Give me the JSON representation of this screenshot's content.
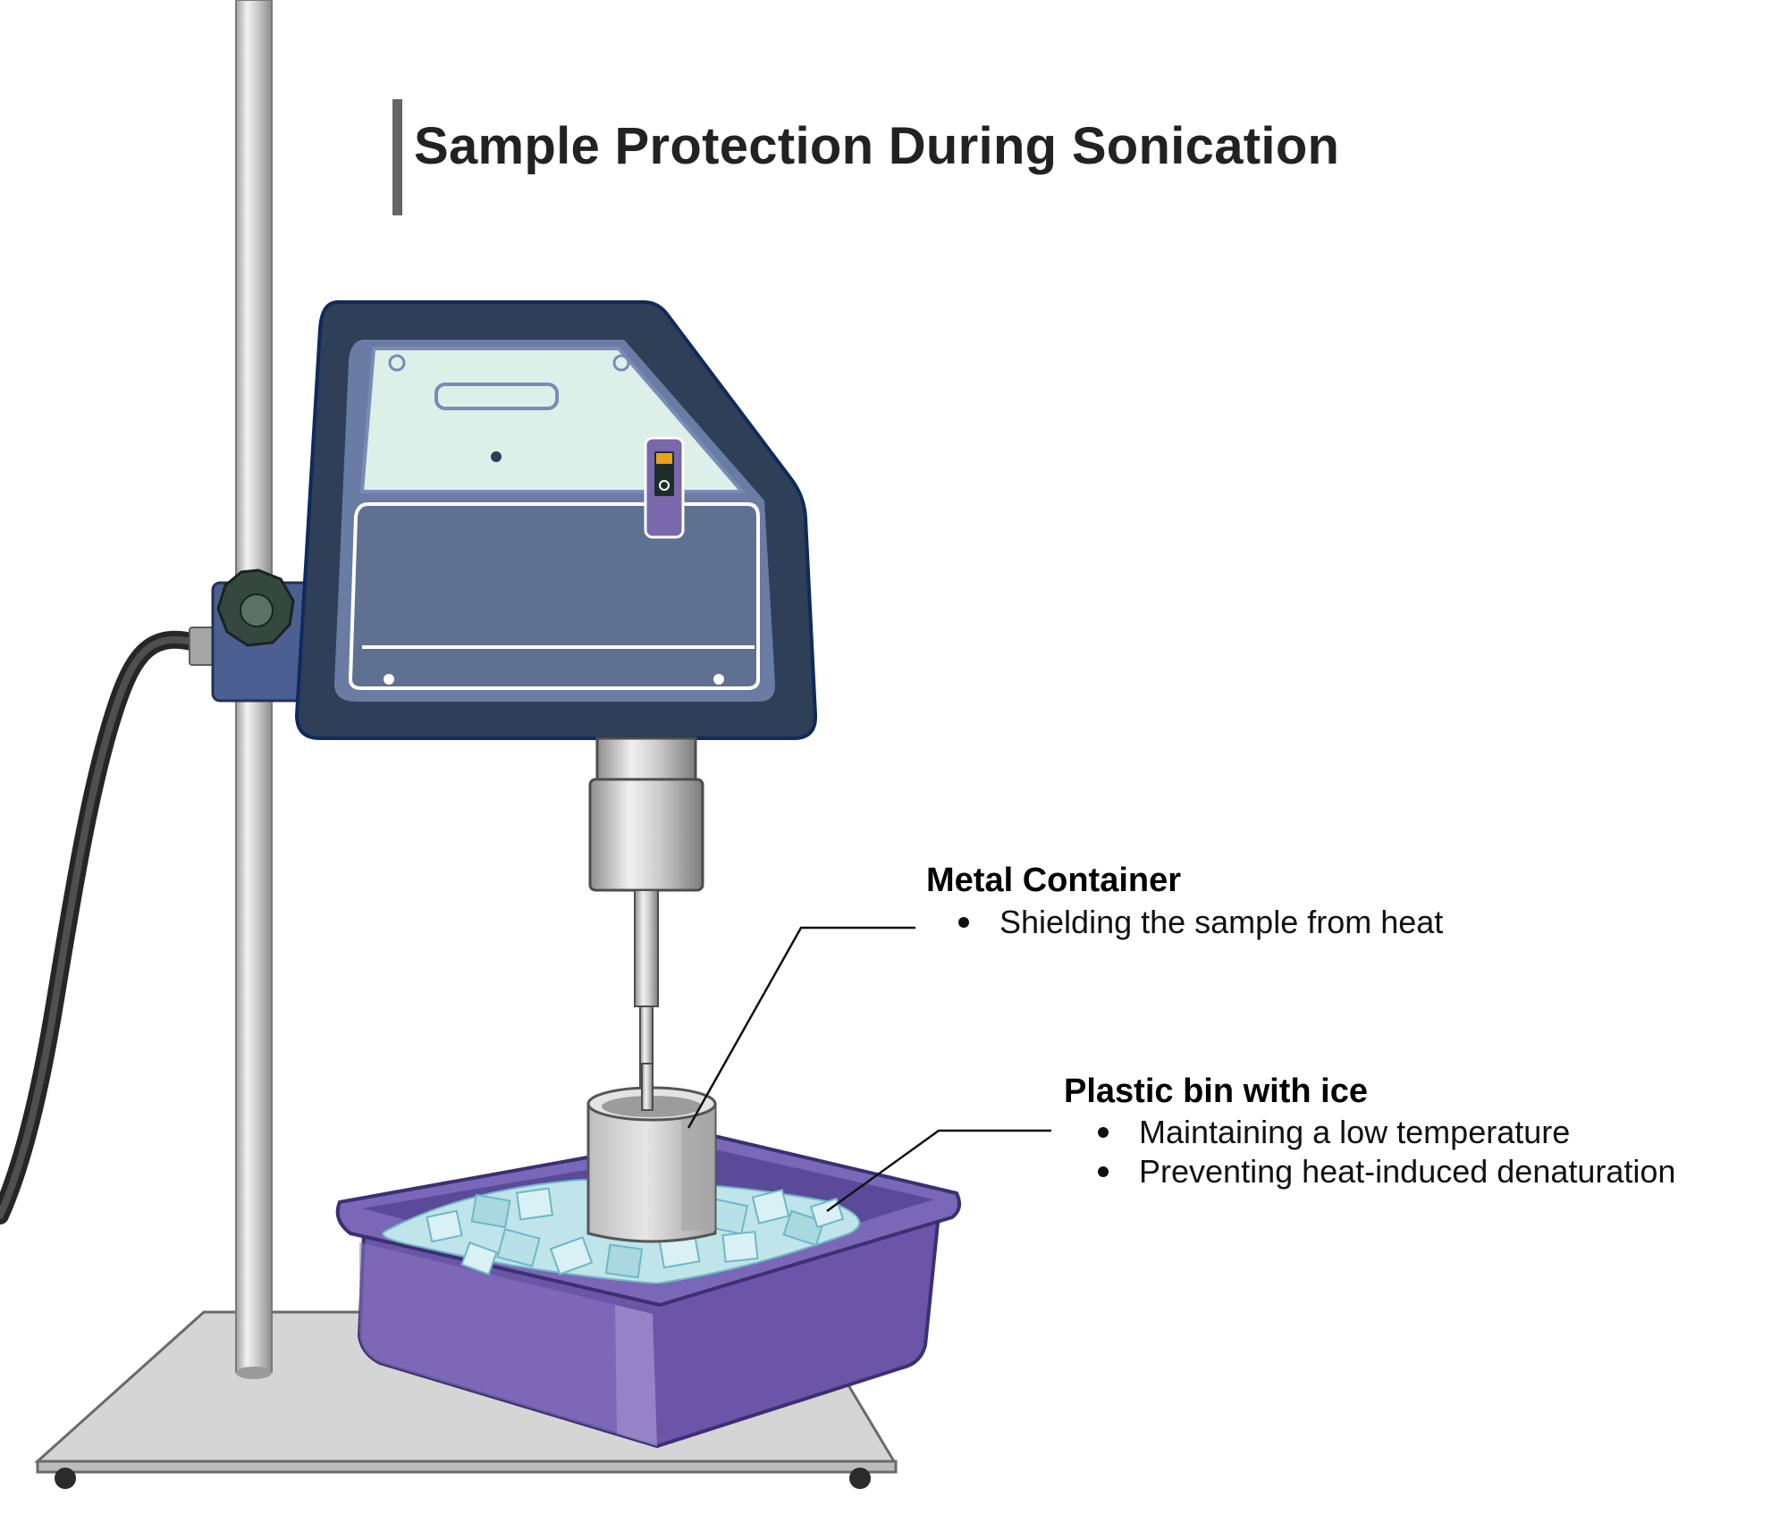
{
  "title": "Sample Protection During Sonication",
  "callouts": {
    "metal_container": {
      "heading": "Metal Container",
      "bullets": [
        "Shielding the sample from heat"
      ]
    },
    "plastic_bin": {
      "heading": "Plastic bin with ice",
      "bullets": [
        "Maintaining a low temperature",
        "Preventing heat-induced denaturation"
      ]
    }
  },
  "icons": [
    "lab-stand",
    "sonicator",
    "clamp-knob",
    "power-cable",
    "power-switch",
    "sonication-probe",
    "metal-container",
    "plastic-bin",
    "ice-cubes"
  ],
  "colors": {
    "sonicator_body": "#2f3f58",
    "panel_light": "#dcefe9",
    "panel_dark": "#5e7190",
    "bin": "#6a55a8",
    "switch": "#7a68ac",
    "switch_indicator": "#e8a317",
    "ice": "#bfe4ea",
    "steel": "#c9c9c9"
  }
}
